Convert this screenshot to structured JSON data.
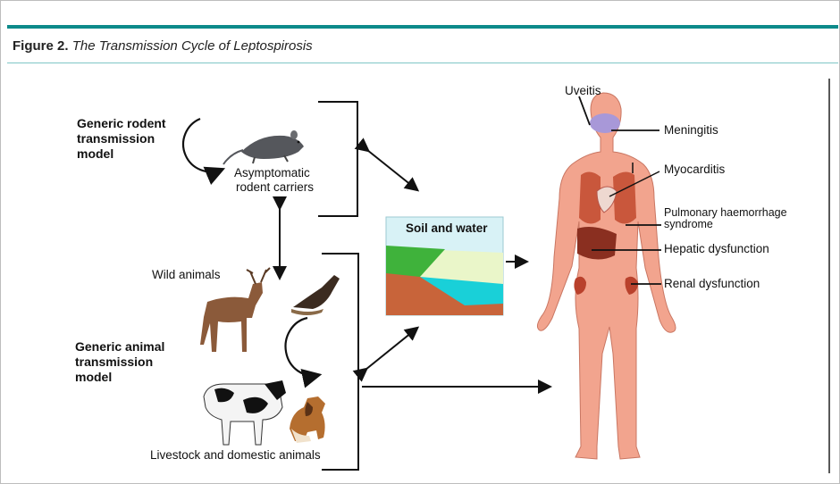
{
  "caption": {
    "figure_number": "Figure 2.",
    "title": "The Transmission Cycle of Leptospirosis"
  },
  "diagram": {
    "rodent_model_label": [
      "Generic rodent",
      "transmission",
      "model"
    ],
    "rodent_carriers_label": [
      "Asymptomatic",
      "rodent carriers"
    ],
    "wild_animals_label": "Wild animals",
    "animal_model_label": [
      "Generic animal",
      "transmission",
      "model"
    ],
    "livestock_label": "Livestock and domestic animals",
    "soil_water_label": "Soil and water",
    "human_conditions": {
      "uveitis": "Uveitis",
      "meningitis": "Meningitis",
      "myocarditis": "Myocarditis",
      "pulmonary": [
        "Pulmonary haemorrhage",
        "syndrome"
      ],
      "hepatic": "Hepatic dysfunction",
      "renal": "Renal dysfunction"
    }
  },
  "colors": {
    "accent": "#0d8a8a",
    "skin": "#f2a48e",
    "soil": "#c8643a",
    "water": "#19d0d8",
    "grass": "#3fb23b",
    "sky": "#d8f2f6"
  }
}
